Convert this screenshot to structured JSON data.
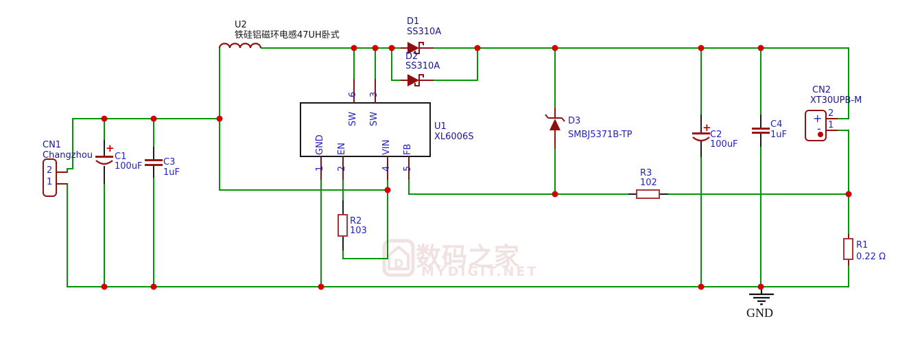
{
  "schematic": {
    "components": {
      "cn1": {
        "ref": "CN1",
        "part": "Changzhou",
        "pin2": "2",
        "pin1": "1"
      },
      "c1": {
        "ref": "C1",
        "value": "100uF",
        "polarity": "+"
      },
      "c3": {
        "ref": "C3",
        "value": "1uF"
      },
      "u2": {
        "ref": "U2",
        "part": "铁硅铝磁环电感47UH卧式"
      },
      "d1": {
        "ref": "D1",
        "part": "SS310A"
      },
      "d2": {
        "ref": "D2",
        "part": "SS310A"
      },
      "u1": {
        "ref": "U1",
        "part": "XL6006S",
        "pins": [
          {
            "num": "6",
            "name": "SW"
          },
          {
            "num": "3",
            "name": "SW"
          },
          {
            "num": "1",
            "name": "GND"
          },
          {
            "num": "2",
            "name": "EN"
          },
          {
            "num": "4",
            "name": "VIN"
          },
          {
            "num": "5",
            "name": "FB"
          }
        ]
      },
      "d3": {
        "ref": "D3",
        "part": "SMBJ5371B-TP"
      },
      "r3": {
        "ref": "R3",
        "value": "102"
      },
      "r2": {
        "ref": "R2",
        "value": "103"
      },
      "r1": {
        "ref": "R1",
        "value": "0.22 Ω"
      },
      "c2": {
        "ref": "C2",
        "value": "100uF",
        "polarity": "+"
      },
      "c4": {
        "ref": "C4",
        "value": "1uF"
      },
      "cn2": {
        "ref": "CN2",
        "part": "XT30UPB-M",
        "pin2": "2",
        "pin1": "1",
        "plus": "+",
        "minus": "-"
      }
    },
    "ground_label": "GND",
    "colors": {
      "wire": "#009600",
      "junction": "#d40000",
      "component_outline": "#8e0f0f",
      "resistor_outline": "#a83434",
      "capacitor_plate": "#9b1313",
      "label_blue": "#2222c4",
      "designator_navy": "#16168e",
      "text_black": "#141414",
      "watermark": "#f1e2e2",
      "ic_outline": "#161616"
    }
  },
  "watermark": {
    "logo_letter": "D",
    "title": "数码之家",
    "site": "MYDIGIT.NET"
  }
}
